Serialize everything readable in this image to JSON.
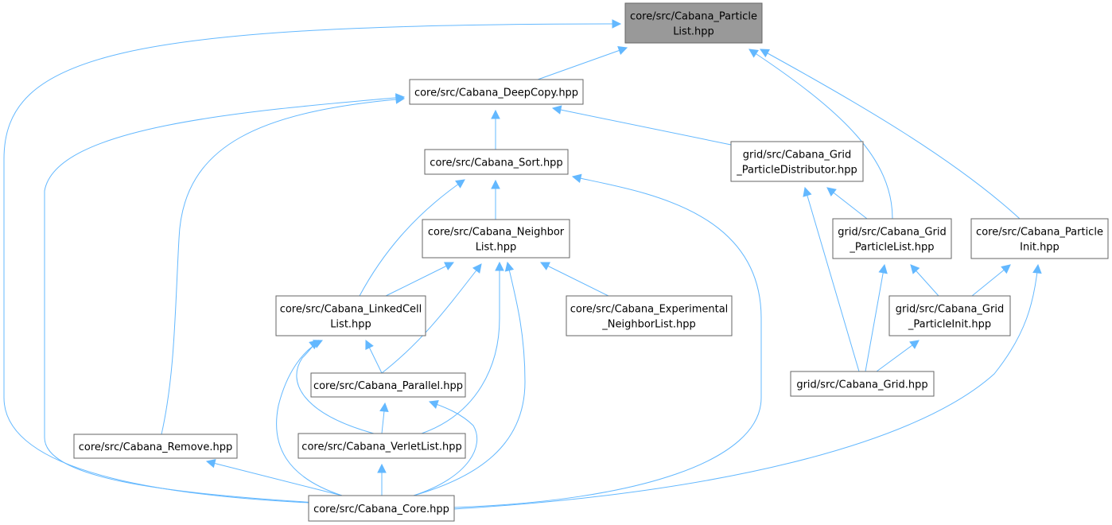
{
  "graph": {
    "nodes": {
      "particlelist": {
        "lines": [
          "core/src/Cabana_Particle",
          "List.hpp"
        ],
        "highlighted": true
      },
      "deepcopy": {
        "lines": [
          "core/src/Cabana_DeepCopy.hpp"
        ]
      },
      "sort": {
        "lines": [
          "core/src/Cabana_Sort.hpp"
        ]
      },
      "grid_distributor": {
        "lines": [
          "grid/src/Cabana_Grid",
          "_ParticleDistributor.hpp"
        ]
      },
      "neighborlist": {
        "lines": [
          "core/src/Cabana_Neighbor",
          "List.hpp"
        ]
      },
      "grid_particlelist": {
        "lines": [
          "grid/src/Cabana_Grid",
          "_ParticleList.hpp"
        ]
      },
      "particleinit": {
        "lines": [
          "core/src/Cabana_Particle",
          "Init.hpp"
        ]
      },
      "linkedcell": {
        "lines": [
          "core/src/Cabana_LinkedCell",
          "List.hpp"
        ]
      },
      "experimental": {
        "lines": [
          "core/src/Cabana_Experimental",
          "_NeighborList.hpp"
        ]
      },
      "grid_particleinit": {
        "lines": [
          "grid/src/Cabana_Grid",
          "_ParticleInit.hpp"
        ]
      },
      "parallel": {
        "lines": [
          "core/src/Cabana_Parallel.hpp"
        ]
      },
      "grid": {
        "lines": [
          "grid/src/Cabana_Grid.hpp"
        ]
      },
      "remove": {
        "lines": [
          "core/src/Cabana_Remove.hpp"
        ]
      },
      "verletlist": {
        "lines": [
          "core/src/Cabana_VerletList.hpp"
        ]
      },
      "core": {
        "lines": [
          "core/src/Cabana_Core.hpp"
        ]
      }
    },
    "colors": {
      "edge": "#63b8ff",
      "node_border": "#666666",
      "root_fill": "#999999",
      "node_fill": "#ffffff"
    },
    "edges": [
      [
        "deepcopy",
        "particlelist"
      ],
      [
        "grid_particlelist",
        "particlelist"
      ],
      [
        "particleinit",
        "particlelist"
      ],
      [
        "core",
        "particlelist"
      ],
      [
        "sort",
        "deepcopy"
      ],
      [
        "grid_distributor",
        "deepcopy"
      ],
      [
        "remove",
        "deepcopy"
      ],
      [
        "core",
        "deepcopy"
      ],
      [
        "neighborlist",
        "sort"
      ],
      [
        "linkedcell",
        "sort"
      ],
      [
        "core",
        "sort"
      ],
      [
        "grid_particlelist",
        "grid_distributor"
      ],
      [
        "grid",
        "grid_distributor"
      ],
      [
        "linkedcell",
        "neighborlist"
      ],
      [
        "experimental",
        "neighborlist"
      ],
      [
        "parallel",
        "neighborlist"
      ],
      [
        "verletlist",
        "neighborlist"
      ],
      [
        "core",
        "neighborlist"
      ],
      [
        "grid_particleinit",
        "grid_particlelist"
      ],
      [
        "grid",
        "grid_particlelist"
      ],
      [
        "grid_particleinit",
        "particleinit"
      ],
      [
        "core",
        "particleinit"
      ],
      [
        "grid",
        "grid_particleinit"
      ],
      [
        "parallel",
        "linkedcell"
      ],
      [
        "verletlist",
        "linkedcell"
      ],
      [
        "core",
        "linkedcell"
      ],
      [
        "verletlist",
        "parallel"
      ],
      [
        "core",
        "parallel"
      ],
      [
        "core",
        "remove"
      ],
      [
        "core",
        "verletlist"
      ]
    ]
  }
}
